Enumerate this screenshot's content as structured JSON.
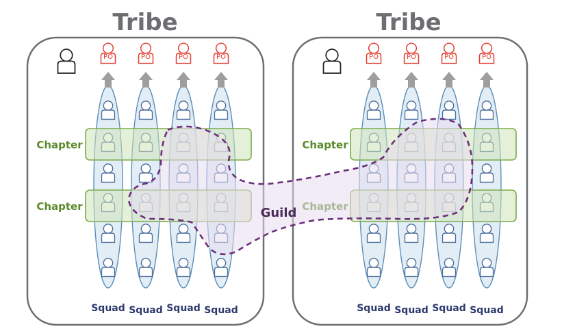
{
  "tribes": [
    {
      "title": "Tribe",
      "product_owner_label": "PO",
      "chapters": [
        "Chapter",
        "Chapter"
      ],
      "squads": [
        "Squad",
        "Squad",
        "Squad",
        "Squad"
      ]
    },
    {
      "title": "Tribe",
      "product_owner_label": "PO",
      "chapters": [
        "Chapter",
        "Chapter"
      ],
      "squads": [
        "Squad",
        "Squad",
        "Squad",
        "Squad"
      ]
    }
  ],
  "guild": {
    "label": "Guild"
  },
  "icons": {
    "tribe_lead": "person-icon",
    "product_owner": "person-po-icon",
    "member": "person-icon",
    "arrow": "up-arrow-icon"
  },
  "colors": {
    "tribe_border": "#6d6e71",
    "tribe_title": "#6d6e71",
    "squad_fill": "#dce9f3",
    "squad_stroke": "#5b8fb8",
    "person_stroke": "#4a6d9c",
    "po_stroke": "#e23b2e",
    "chapter_fill": "#cfe3b8",
    "chapter_stroke": "#7aaa4c",
    "chapter_text": "#5a8a2c",
    "guild_stroke": "#6b2f7c",
    "guild_fill": "#e8dcef",
    "squad_text": "#2e3a6e",
    "arrow": "#9e9e9e"
  }
}
